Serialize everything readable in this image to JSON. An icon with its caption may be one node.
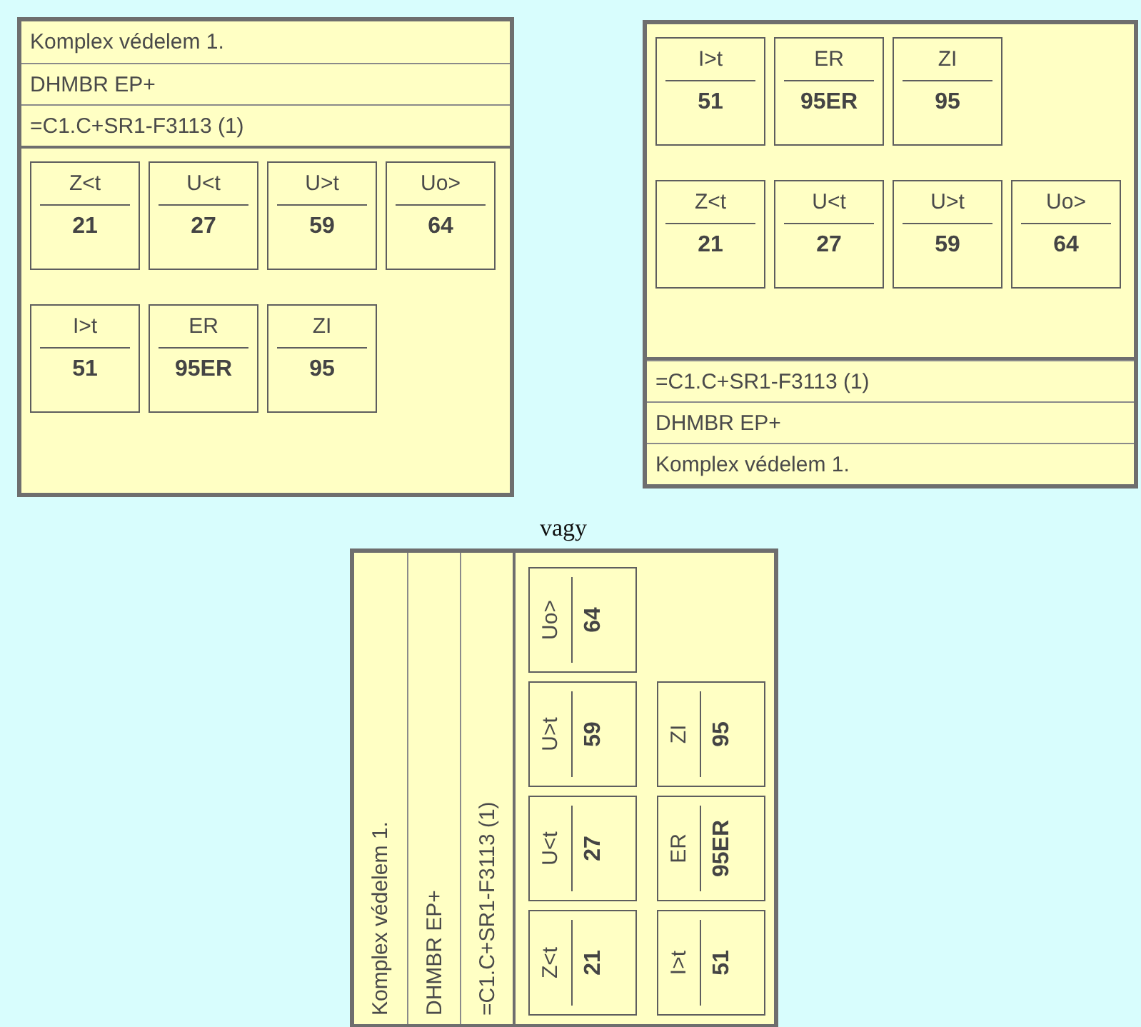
{
  "diagram": {
    "nodes": [
      {
        "text": [],
        "shape": "box"
      },
      {
        "text": [
          "Komplex védelem 1."
        ],
        "in": 0
      },
      {
        "text": [
          "DHMBR EP+"
        ],
        "in": 0
      },
      {
        "text": [
          "=C1.C+SR1-F3113 (1)"
        ],
        "in": 0
      },
      {
        "text": [],
        "shape": "box",
        "in": 0
      },
      {
        "text": [
          "Z<t",
          "21"
        ],
        "in": 4
      },
      {
        "text": [
          "U<t",
          "27"
        ],
        "in": 4
      },
      {
        "text": [
          "U>t",
          "59"
        ],
        "in": 4
      },
      {
        "text": [
          "Uo>",
          "64"
        ],
        "in": 4
      },
      {
        "text": [
          "I>t",
          "51"
        ],
        "in": 4
      },
      {
        "text": [
          "ER",
          "95ER"
        ],
        "in": 4
      },
      {
        "text": [
          "ZI",
          "95"
        ],
        "in": 4
      },
      {
        "text": [],
        "shape": "box"
      },
      {
        "text": [],
        "shape": "box",
        "in": 12
      },
      {
        "text": [
          "I>t",
          "51"
        ],
        "in": 13
      },
      {
        "text": [
          "ER",
          "95ER"
        ],
        "in": 13
      },
      {
        "text": [
          "ZI",
          "95"
        ],
        "in": 13
      },
      {
        "text": [
          "Z<t",
          "21"
        ],
        "in": 13
      },
      {
        "text": [
          "U<t",
          "27"
        ],
        "in": 13
      },
      {
        "text": [
          "U>t",
          "59"
        ],
        "in": 13
      },
      {
        "text": [
          "Uo>",
          "64"
        ],
        "in": 13
      },
      {
        "text": [
          "=C1.C+SR1-F3113 (1)"
        ],
        "in": 12
      },
      {
        "text": [
          "DHMBR EP+"
        ],
        "in": 12
      },
      {
        "text": [
          "Komplex védelem 1."
        ],
        "in": 12
      },
      {
        "text": [],
        "shape": "box"
      },
      {
        "text": [
          "Komplex védelem 1."
        ],
        "in": 24
      },
      {
        "text": [
          "DHMBR EP+"
        ],
        "in": 24
      },
      {
        "text": [
          "=C1.C+SR1-F3113 (1)"
        ],
        "in": 24
      },
      {
        "text": [],
        "shape": "box",
        "in": 24
      },
      {
        "text": [
          "Z<t",
          "21"
        ],
        "in": 28
      },
      {
        "text": [
          "U<t",
          "27"
        ],
        "in": 28
      },
      {
        "text": [
          "U>t",
          "59"
        ],
        "in": 28
      },
      {
        "text": [
          "Uo>",
          "64"
        ],
        "in": 28
      },
      {
        "text": [
          "I>t",
          "51"
        ],
        "in": 28
      },
      {
        "text": [
          "ER",
          "95ER"
        ],
        "in": 28
      },
      {
        "text": [
          "ZI",
          "95"
        ],
        "in": 28
      }
    ],
    "labels": [
      "vagy"
    ]
  }
}
